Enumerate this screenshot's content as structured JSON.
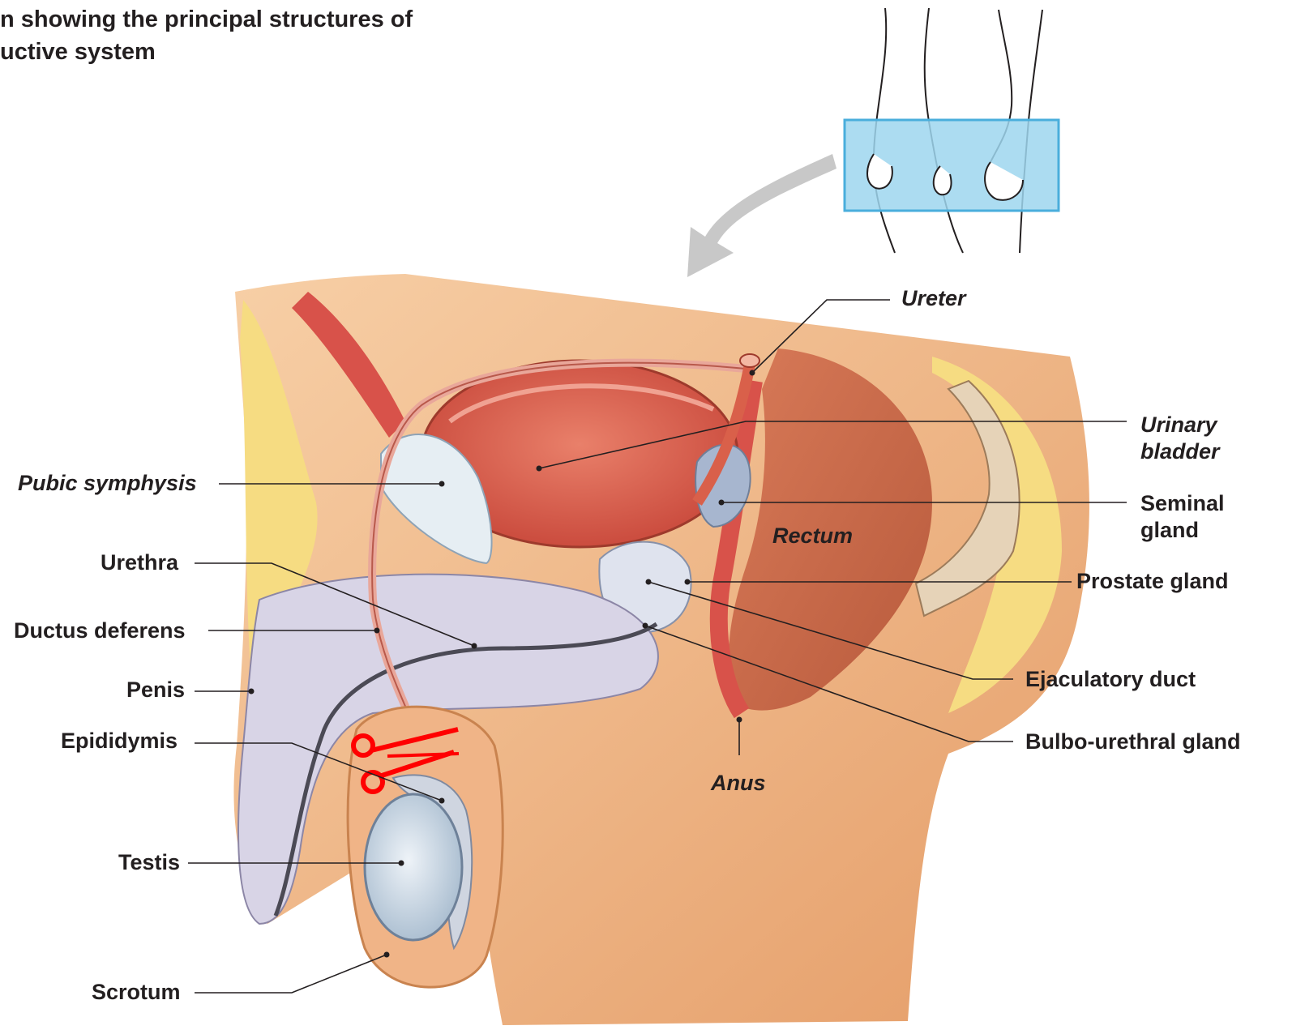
{
  "caption": {
    "line1": "n showing the principal structures of",
    "line2": "uctive system"
  },
  "labels": {
    "ureter": "Ureter",
    "urinary_bladder": "Urinary\nbladder",
    "seminal_gland": "Seminal\ngland",
    "rectum": "Rectum",
    "prostate_gland": "Prostate gland",
    "ejaculatory_duct": "Ejaculatory duct",
    "bulbo_urethral_gland": "Bulbo-urethral gland",
    "anus": "Anus",
    "pubic_symphysis": "Pubic symphysis",
    "urethra": "Urethra",
    "ductus_deferens": "Ductus deferens",
    "penis": "Penis",
    "epididymis": "Epididymis",
    "testis": "Testis",
    "scrotum": "Scrotum"
  },
  "colors": {
    "skin": "#f2b98a",
    "skin_shadow": "#d98a55",
    "muscle": "#d8524a",
    "bladder": "#d9604a",
    "fat": "#f6dc82",
    "spongy_tissue": "#d8d4e6",
    "testis": "#c9d8e6",
    "leader_line": "#231f20",
    "plane_fill": "#9ed6ee",
    "plane_stroke": "#4aaedc",
    "arrow": "#c8c8c8",
    "scissors": "#ff0000"
  },
  "icons": {
    "scissors": "scissors-icon",
    "arrow": "curved-arrow-icon"
  }
}
